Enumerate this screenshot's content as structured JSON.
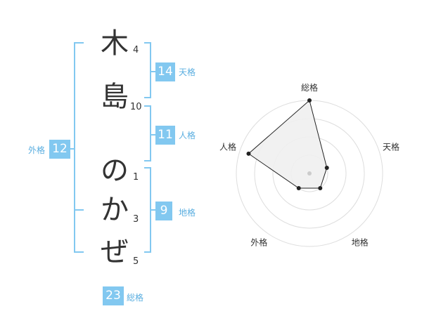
{
  "name": {
    "chars": [
      {
        "char": "木",
        "strokes": "4"
      },
      {
        "char": "島",
        "strokes": "10"
      },
      {
        "char": "の",
        "strokes": "1"
      },
      {
        "char": "か",
        "strokes": "3"
      },
      {
        "char": "ぜ",
        "strokes": "5"
      }
    ]
  },
  "fortune": {
    "tenkaku": {
      "value": "14",
      "label": "天格"
    },
    "jinkaku": {
      "value": "11",
      "label": "人格"
    },
    "chikaku": {
      "value": "9",
      "label": "地格"
    },
    "gaikaku": {
      "value": "12",
      "label": "外格"
    },
    "soukaku": {
      "value": "23",
      "label": "総格"
    }
  },
  "chart_data": {
    "type": "radar",
    "axes": [
      "総格",
      "天格",
      "地格",
      "外格",
      "人格"
    ],
    "values": [
      4,
      1,
      1,
      1,
      3.5
    ],
    "rmax": 4,
    "rings": 4
  },
  "colors": {
    "accent": "#82c8f0",
    "label": "#5aaee0",
    "radar_fill": "#f0f0f0",
    "radar_line": "#222222",
    "ring": "#dddddd"
  }
}
